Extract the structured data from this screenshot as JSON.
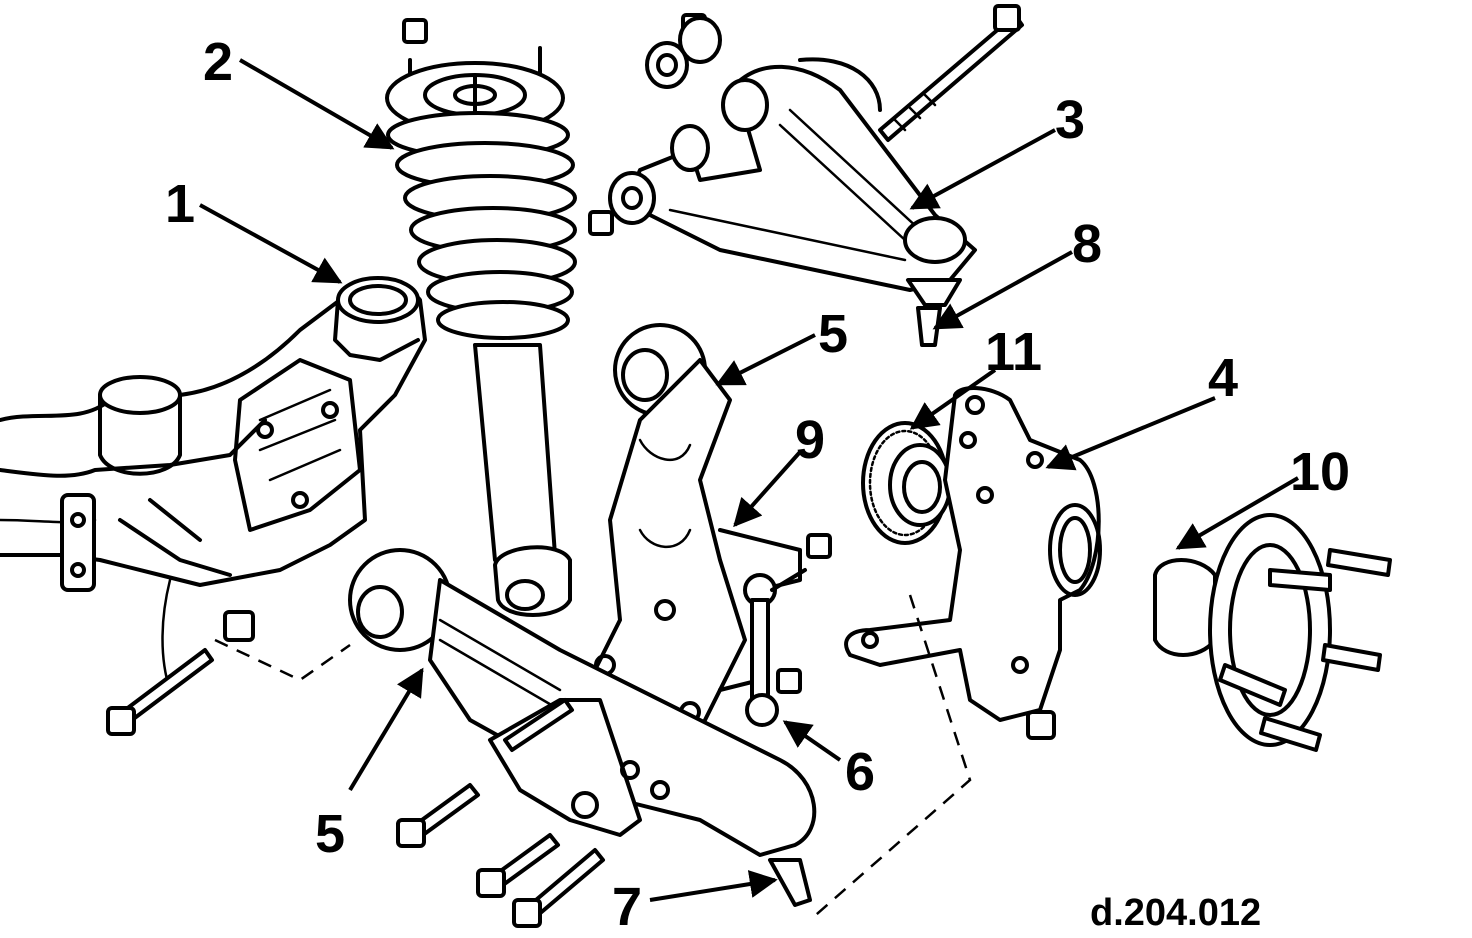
{
  "diagram": {
    "reference_code": "d.204.012",
    "callouts": [
      {
        "id": "c1",
        "label": "1"
      },
      {
        "id": "c2",
        "label": "2"
      },
      {
        "id": "c3",
        "label": "3"
      },
      {
        "id": "c4",
        "label": "4"
      },
      {
        "id": "c5a",
        "label": "5"
      },
      {
        "id": "c5b",
        "label": "5"
      },
      {
        "id": "c6",
        "label": "6"
      },
      {
        "id": "c7",
        "label": "7"
      },
      {
        "id": "c8",
        "label": "8"
      },
      {
        "id": "c9",
        "label": "9"
      },
      {
        "id": "c10",
        "label": "10"
      },
      {
        "id": "c11",
        "label": "11"
      }
    ]
  }
}
